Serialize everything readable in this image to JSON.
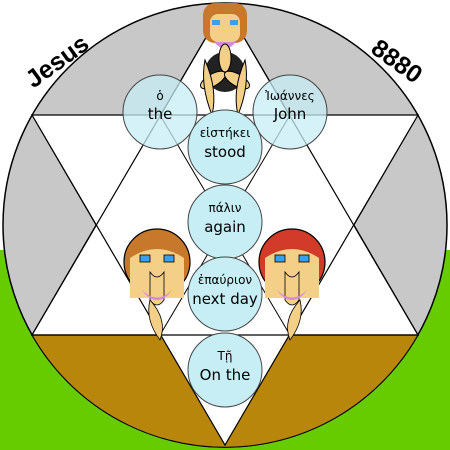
{
  "colors": {
    "background_top": "#ffffff",
    "ground": "#66cc00",
    "circle_fill": "#c8c8c8",
    "star_green": "#00ee44",
    "star_brown": "#b8860b",
    "bubble": "#c6eef4",
    "skin": "#f3cf88",
    "hair_brown": "#c8782a",
    "hair_red": "#d23a2a",
    "eye_blue": "#3aa0e8",
    "chin_pink": "#d68adc"
  },
  "corner_labels": {
    "left": "Jesus",
    "right": "8880"
  },
  "bubbles": [
    {
      "id": "the",
      "greek": "ὁ",
      "english": "the"
    },
    {
      "id": "john",
      "greek": "Ἰωάννες",
      "english": "John"
    },
    {
      "id": "stood",
      "greek": "εἱστήκει",
      "english": "stood"
    },
    {
      "id": "again",
      "greek": "πάλιν",
      "english": "again"
    },
    {
      "id": "next-day",
      "greek": "ἐπαύριον",
      "english": "next day"
    },
    {
      "id": "on-the",
      "greek": "Τῇ",
      "english": "On the"
    }
  ]
}
